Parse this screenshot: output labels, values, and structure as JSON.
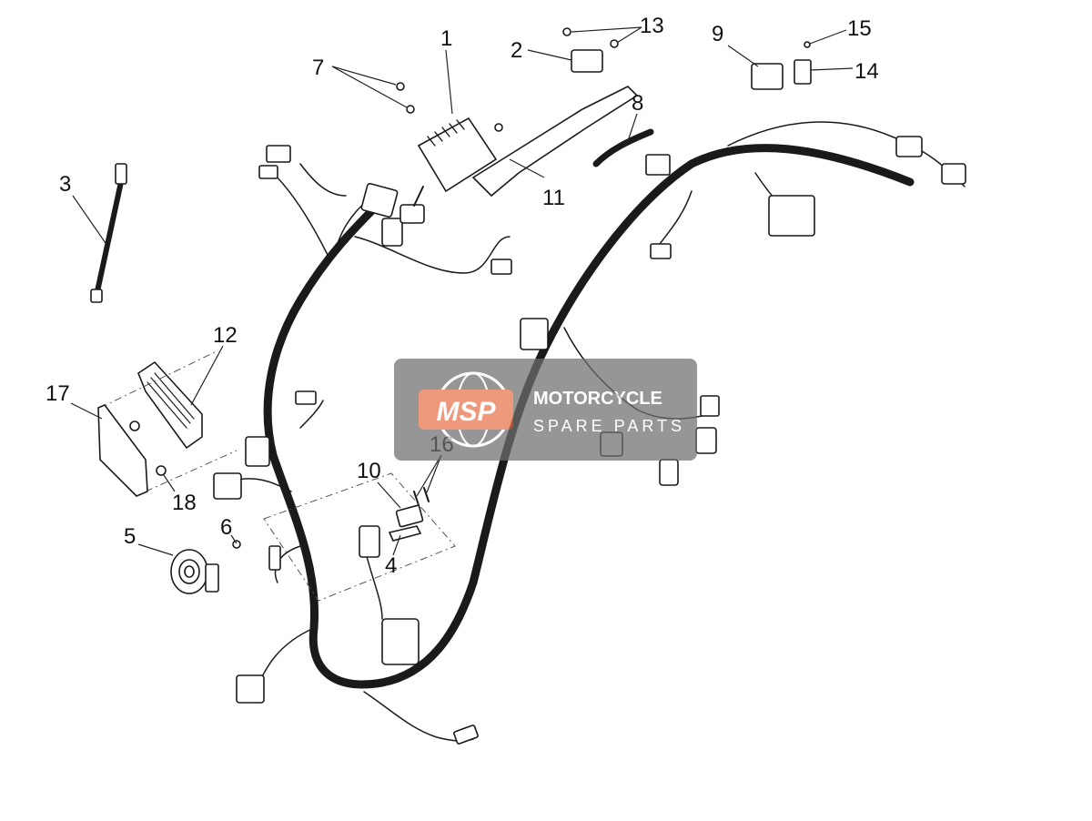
{
  "callouts": {
    "c1": "1",
    "c2": "2",
    "c3": "3",
    "c4": "4",
    "c5": "5",
    "c6": "6",
    "c7": "7",
    "c8": "8",
    "c9": "9",
    "c10": "10",
    "c11": "11",
    "c12": "12",
    "c13": "13",
    "c14": "14",
    "c15": "15",
    "c16": "16",
    "c17": "17",
    "c18": "18"
  },
  "watermark": {
    "badge": "MSP",
    "line1": "MOTORCYCLE",
    "line2": "SPARE PARTS",
    "badge_color": "#e8714a",
    "box_color": "#6f6f6f"
  }
}
